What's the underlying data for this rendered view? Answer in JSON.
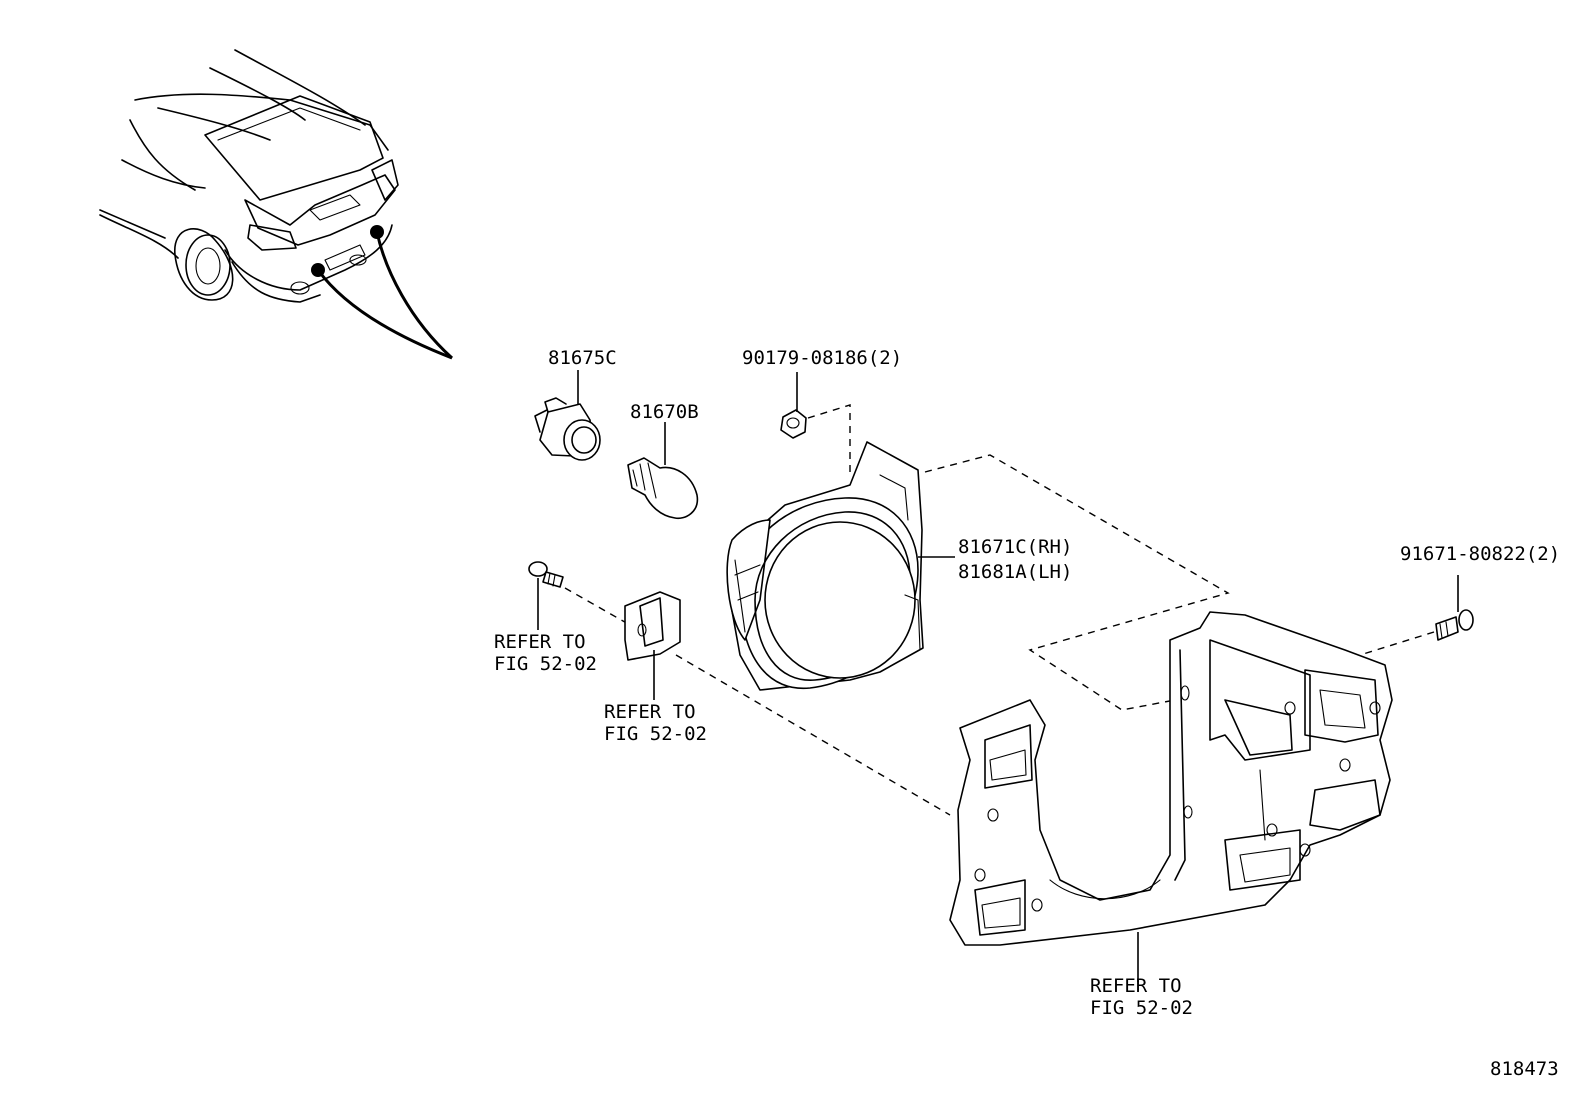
{
  "diagram": {
    "parts": {
      "socket": "81675C",
      "bulb": "81670B",
      "clip_nut": "90179-08186(2)",
      "lamp_rh": "81671C(RH)",
      "lamp_lh": "81681A(LH)",
      "screw": "91671-80822(2)"
    },
    "references": {
      "bolt_line1": "REFER TO",
      "bolt_line2": "FIG 52-02",
      "bracket_line1": "REFER TO",
      "bracket_line2": "FIG 52-02",
      "housing_line1": "REFER TO",
      "housing_line2": "FIG 52-02"
    },
    "diagram_number": "818473"
  }
}
